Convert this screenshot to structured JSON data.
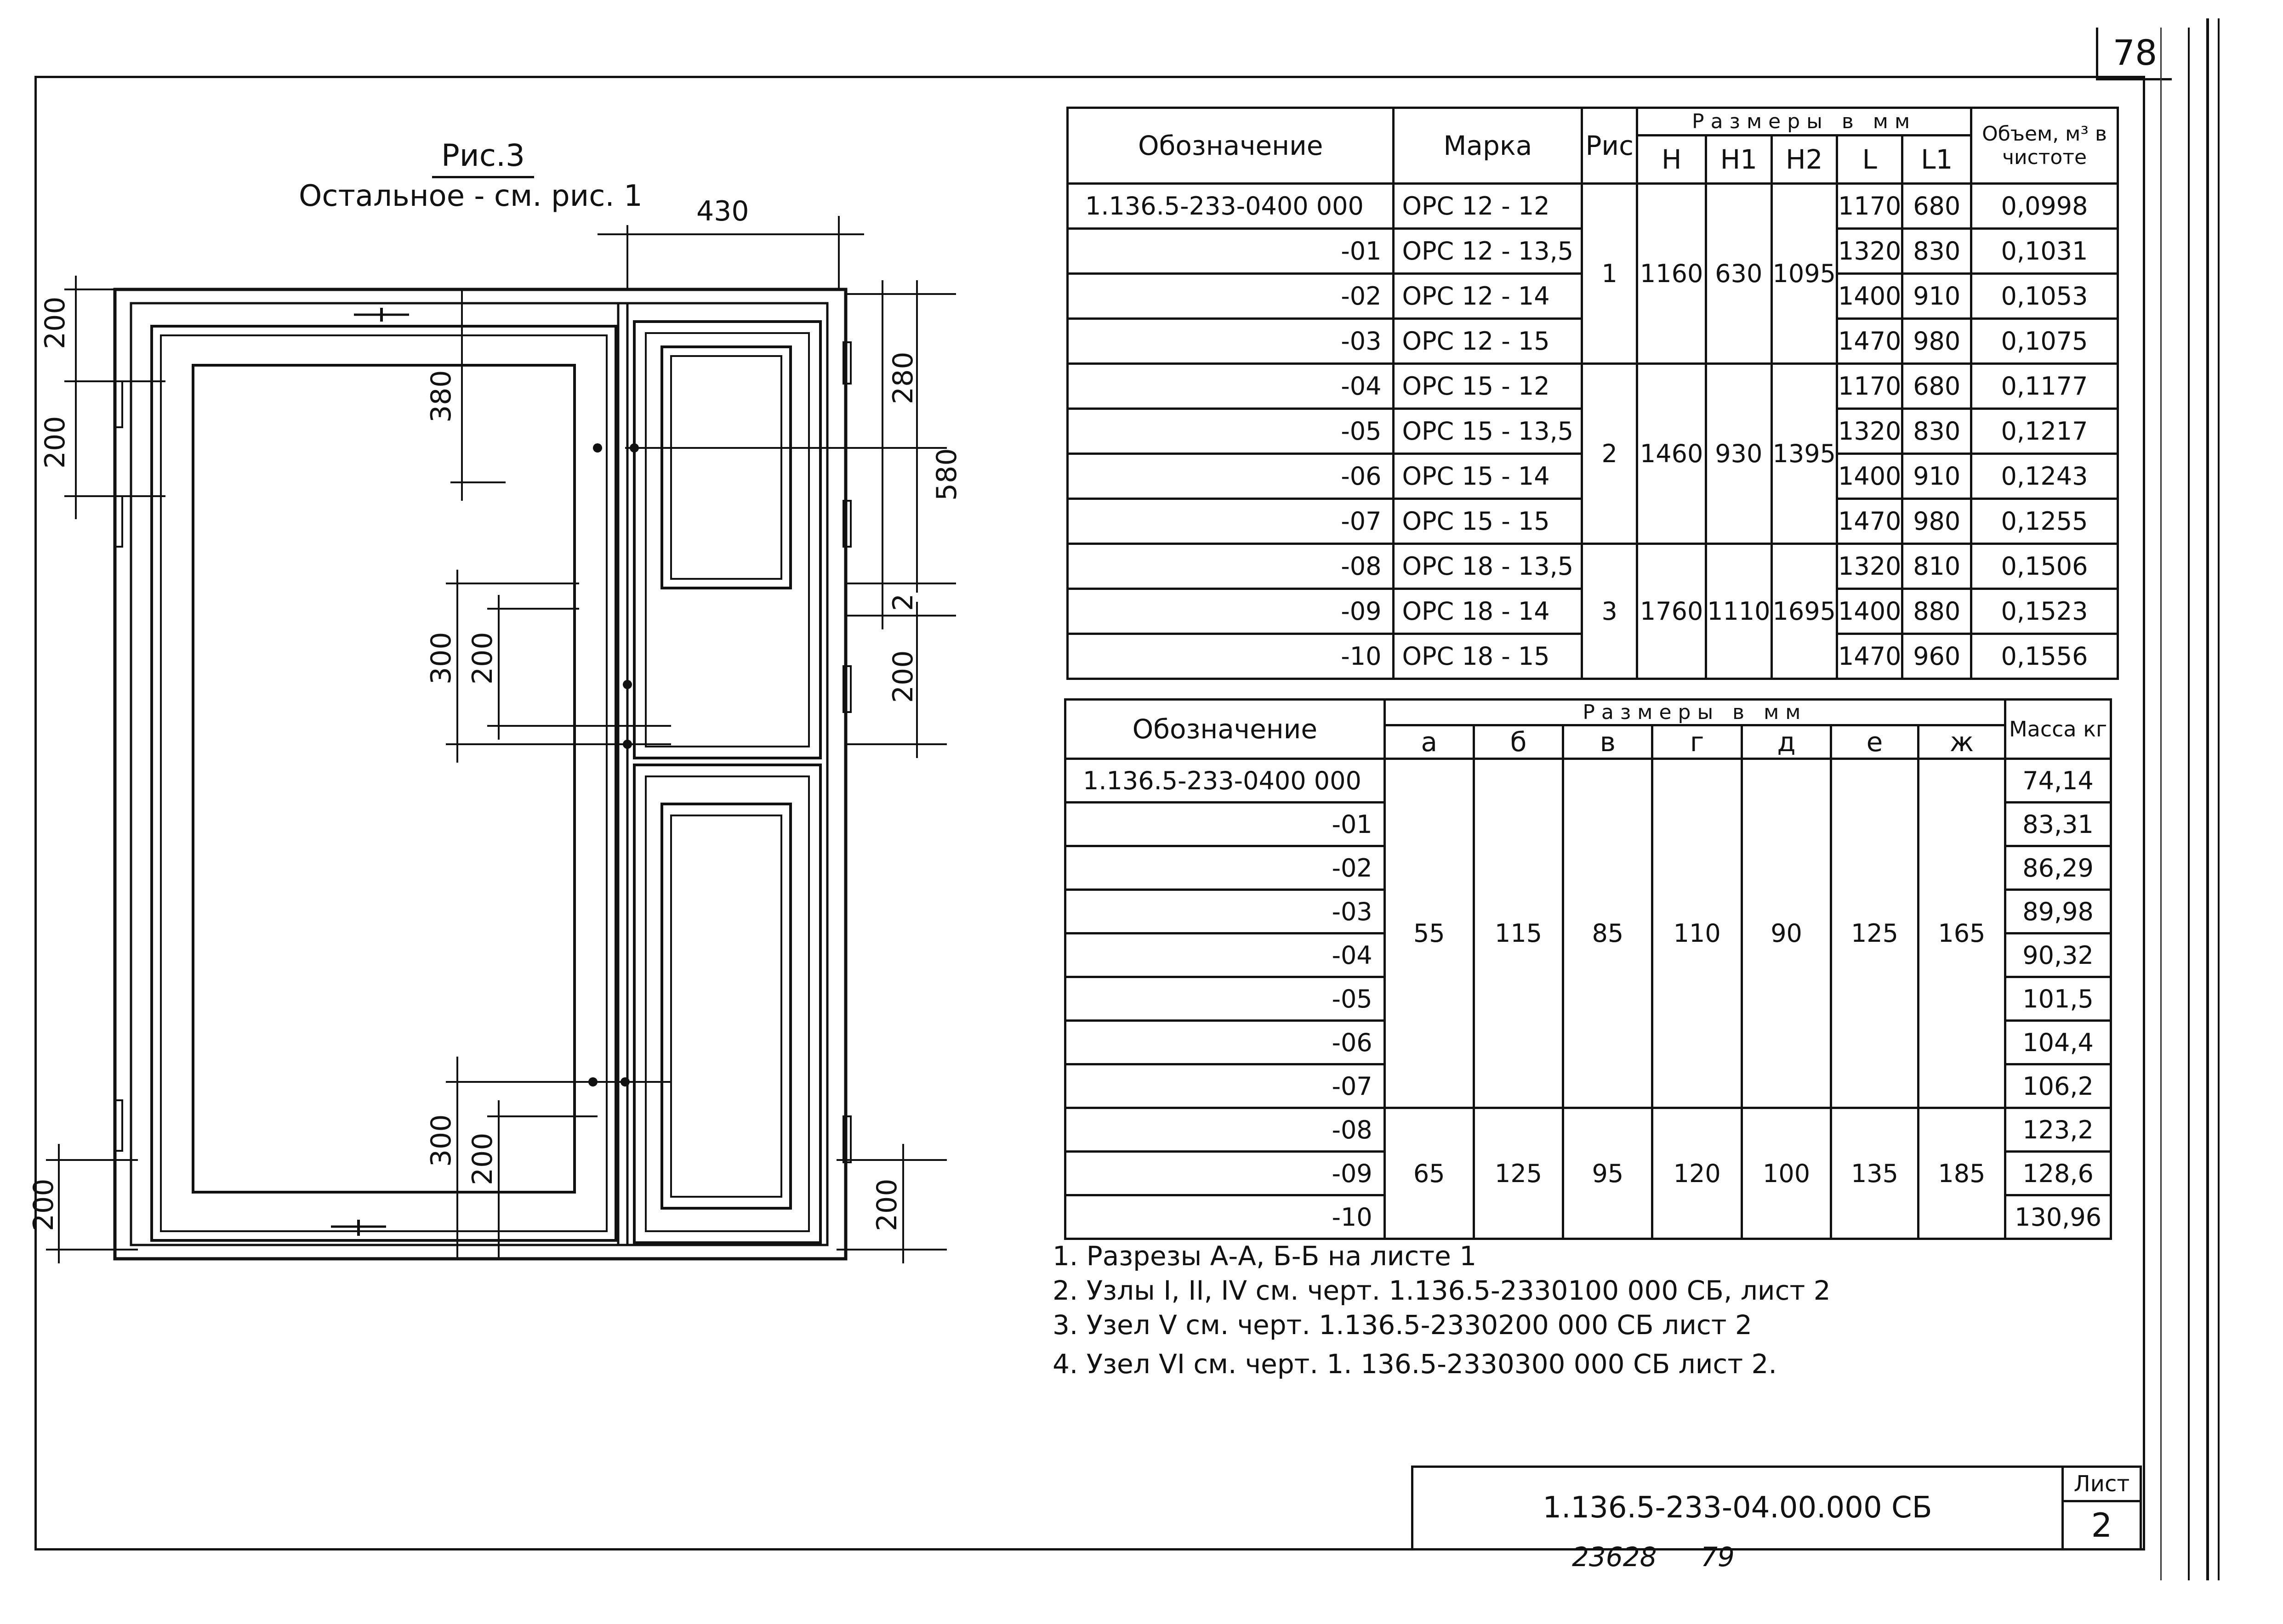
{
  "sheet_number": "78",
  "figure": {
    "title": "Рис.3",
    "subtitle": "Остальное - см. рис. 1",
    "dims": {
      "top_430": "430",
      "left_200_top": "200",
      "left_200_mid": "200",
      "left_380": "380",
      "right_280": "280",
      "right_580": "580",
      "right_2": "2",
      "mid_300": "300",
      "mid_200": "200",
      "right_200_mid": "200",
      "bottom_300": "300",
      "bottom_200_inner": "200",
      "bottom_left_200": "200",
      "bottom_right_200": "200"
    }
  },
  "table1": {
    "headers": {
      "designation": "Обозначение",
      "mark": "Марка",
      "fig": "Рис",
      "dims_group": "Размеры в мм",
      "h": "H",
      "h1": "H1",
      "h2": "H2",
      "l": "L",
      "l1": "L1",
      "volume": "Объем, м³ в чистоте"
    },
    "groups": [
      {
        "fig": "1",
        "h": "1160",
        "h1": "630",
        "h2": "1095"
      },
      {
        "fig": "2",
        "h": "1460",
        "h1": "930",
        "h2": "1395"
      },
      {
        "fig": "3",
        "h": "1760",
        "h1": "1110",
        "h2": "1695"
      }
    ],
    "rows": [
      {
        "designation": "1.136.5-233-0400 000",
        "mark": "ОРС 12 - 12",
        "l": "1170",
        "l1": "680",
        "volume": "0,0998"
      },
      {
        "designation": "-01",
        "mark": "ОРС 12 - 13,5",
        "l": "1320",
        "l1": "830",
        "volume": "0,1031"
      },
      {
        "designation": "-02",
        "mark": "ОРС 12 - 14",
        "l": "1400",
        "l1": "910",
        "volume": "0,1053"
      },
      {
        "designation": "-03",
        "mark": "ОРС 12 - 15",
        "l": "1470",
        "l1": "980",
        "volume": "0,1075"
      },
      {
        "designation": "-04",
        "mark": "ОРС 15 - 12",
        "l": "1170",
        "l1": "680",
        "volume": "0,1177"
      },
      {
        "designation": "-05",
        "mark": "ОРС 15 - 13,5",
        "l": "1320",
        "l1": "830",
        "volume": "0,1217"
      },
      {
        "designation": "-06",
        "mark": "ОРС 15 - 14",
        "l": "1400",
        "l1": "910",
        "volume": "0,1243"
      },
      {
        "designation": "-07",
        "mark": "ОРС 15 - 15",
        "l": "1470",
        "l1": "980",
        "volume": "0,1255"
      },
      {
        "designation": "-08",
        "mark": "ОРС 18 - 13,5",
        "l": "1320",
        "l1": "810",
        "volume": "0,1506"
      },
      {
        "designation": "-09",
        "mark": "ОРС 18 - 14",
        "l": "1400",
        "l1": "880",
        "volume": "0,1523"
      },
      {
        "designation": "-10",
        "mark": "ОРС 18 - 15",
        "l": "1470",
        "l1": "960",
        "volume": "0,1556"
      }
    ]
  },
  "table2": {
    "headers": {
      "designation": "Обозначение",
      "dims_group": "Размеры в мм",
      "a": "а",
      "b": "б",
      "v": "в",
      "g": "г",
      "d": "д",
      "e": "е",
      "zh": "ж",
      "mass": "Масса кг"
    },
    "groups": [
      {
        "a": "55",
        "b": "115",
        "v": "85",
        "g": "110",
        "d": "90",
        "e": "125",
        "zh": "165"
      },
      {
        "a": "65",
        "b": "125",
        "v": "95",
        "g": "120",
        "d": "100",
        "e": "135",
        "zh": "185"
      }
    ],
    "rows": [
      {
        "designation": "1.136.5-233-0400 000",
        "mass": "74,14"
      },
      {
        "designation": "-01",
        "mass": "83,31"
      },
      {
        "designation": "-02",
        "mass": "86,29"
      },
      {
        "designation": "-03",
        "mass": "89,98"
      },
      {
        "designation": "-04",
        "mass": "90,32"
      },
      {
        "designation": "-05",
        "mass": "101,5"
      },
      {
        "designation": "-06",
        "mass": "104,4"
      },
      {
        "designation": "-07",
        "mass": "106,2"
      },
      {
        "designation": "-08",
        "mass": "123,2"
      },
      {
        "designation": "-09",
        "mass": "128,6"
      },
      {
        "designation": "-10",
        "mass": "130,96"
      }
    ]
  },
  "notes": [
    "1. Разрезы  А-А, Б-Б  на  листе 1",
    "2. Узлы I, II, IV  см. черт.  1.136.5-2330100 000 СБ, лист 2",
    "3. Узел V   см.   черт.    1.136.5-2330200 000 СБ  лист 2",
    "4. Узел VI  см.  черт.    1. 136.5-2330300  000 СБ  лист 2."
  ],
  "stamp": {
    "code": "1.136.5-233-04.00.000 СБ",
    "sheet_label": "Лист",
    "sheet_value": "2"
  },
  "bottom": {
    "inventory": "23628",
    "page": "79"
  }
}
